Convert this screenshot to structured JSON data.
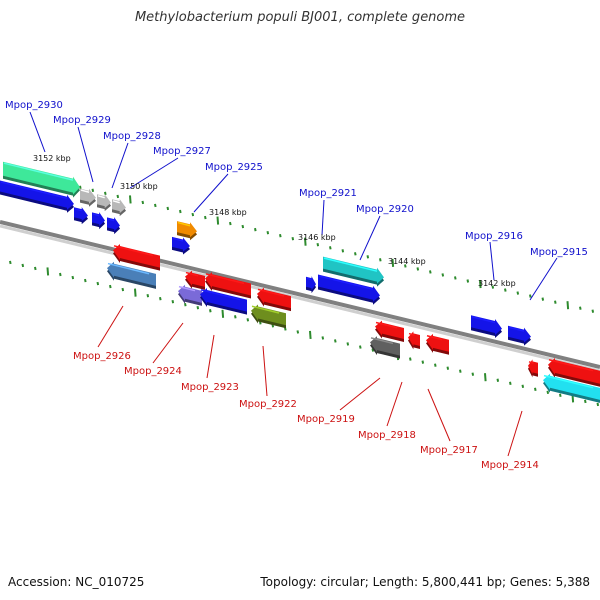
{
  "title": "Methylobacterium populi BJ001, complete genome",
  "footer": {
    "accession": "Accession: NC_010725",
    "topology": "Topology: circular; Length: 5,800,441 bp; Genes: 5,388"
  },
  "colors": {
    "forward_label": "#1010cc",
    "reverse_label": "#cc1111",
    "backbone": "#808080",
    "tick": "#2e8b2e"
  },
  "ruler_labels": [
    "3152 kbp",
    "3150 kbp",
    "3148 kbp",
    "3146 kbp",
    "3144 kbp",
    "3142 kbp"
  ],
  "gene_labels": {
    "forward": [
      "Mpop_2930",
      "Mpop_2929",
      "Mpop_2928",
      "Mpop_2927",
      "Mpop_2925",
      "Mpop_2921",
      "Mpop_2920",
      "Mpop_2916",
      "Mpop_2915"
    ],
    "reverse": [
      "Mpop_2926",
      "Mpop_2924",
      "Mpop_2923",
      "Mpop_2922",
      "Mpop_2919",
      "Mpop_2918",
      "Mpop_2917",
      "Mpop_2914"
    ]
  },
  "gene_colors": {
    "seafoam": "#3ee89a",
    "blue": "#1414e8",
    "grey": "#b8b8b8",
    "orange": "#f08a00",
    "teal": "#20c4c4",
    "red": "#ee1111",
    "steel": "#4a7fb8",
    "lavender": "#7a6ad8",
    "olive": "#6e8e1e",
    "dark_grey": "#606060",
    "cyan": "#22e0f0"
  }
}
